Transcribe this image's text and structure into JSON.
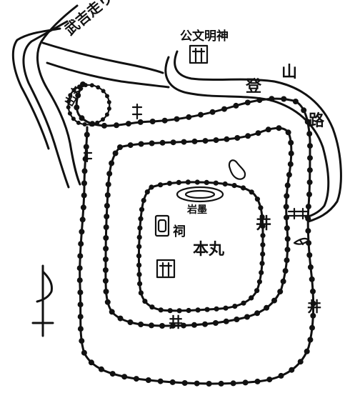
{
  "labels": {
    "takeyoshi_trail": "武吉走り",
    "kobunmyojin": "公文明神",
    "climbing_path": "登山路",
    "demaru": "出丸",
    "iwazumi": "岩墨",
    "hokora": "祠",
    "honmaru": "本丸",
    "well_symbol": "井"
  },
  "symbols": {
    "shrine_gate_mark": "torii-mark",
    "north_arrow": "north-arrow-icon"
  },
  "colors": {
    "ink": "#111111",
    "paper": "#ffffff"
  }
}
